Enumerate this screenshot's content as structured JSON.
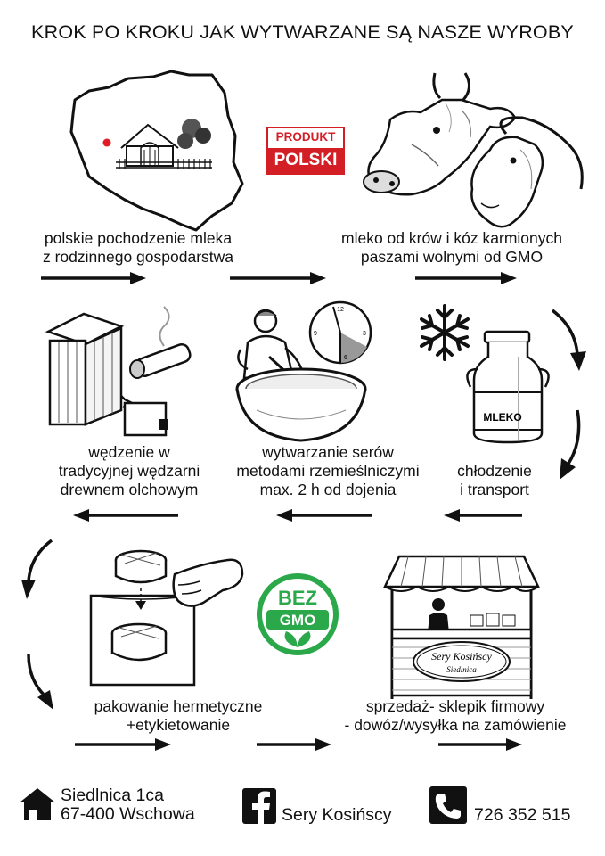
{
  "title": "KROK PO KROKU JAK WYTWARZANE SĄ NASZE WYROBY",
  "badge": {
    "line1": "PRODUKT",
    "line2": "POLSKI",
    "color": "#d41e26"
  },
  "gmo_badge": {
    "line1": "BEZ",
    "line2": "GMO",
    "color": "#2aa84a"
  },
  "steps": [
    {
      "lines": [
        "polskie pochodzenie mleka",
        "z rodzinnego gospodarstwa"
      ]
    },
    {
      "lines": [
        "mleko od krów i kóz karmionych",
        "paszami wolnymi od GMO"
      ]
    },
    {
      "lines": [
        "wędzenie w",
        "tradycyjnej wędzarni",
        "drewnem olchowym"
      ]
    },
    {
      "lines": [
        "wytwarzanie serów",
        "metodami rzemieślniczymi",
        "max. 2 h od dojenia"
      ]
    },
    {
      "lines": [
        "chłodzenie",
        "i transport"
      ]
    },
    {
      "lines": [
        "pakowanie hermetyczne",
        "+etykietowanie"
      ]
    },
    {
      "lines": [
        "sprzedaż- sklepik firmowy",
        "- dowóz/wysyłka na zamówienie"
      ]
    }
  ],
  "illustration_text": {
    "can_label": "MLEKO",
    "stall_sign_line1": "Sery Kosińscy",
    "stall_sign_line2": "Siedlnica",
    "clock_numbers": [
      "12",
      "3",
      "6",
      "9"
    ]
  },
  "footer": {
    "address_line1": "Siedlnica 1ca",
    "address_line2": "67-400 Wschowa",
    "facebook": "Sery Kosińscy",
    "phone": "726 352 515"
  },
  "icons": [
    "house-icon",
    "facebook-icon",
    "phone-icon",
    "snowflake-icon",
    "clock-icon"
  ]
}
